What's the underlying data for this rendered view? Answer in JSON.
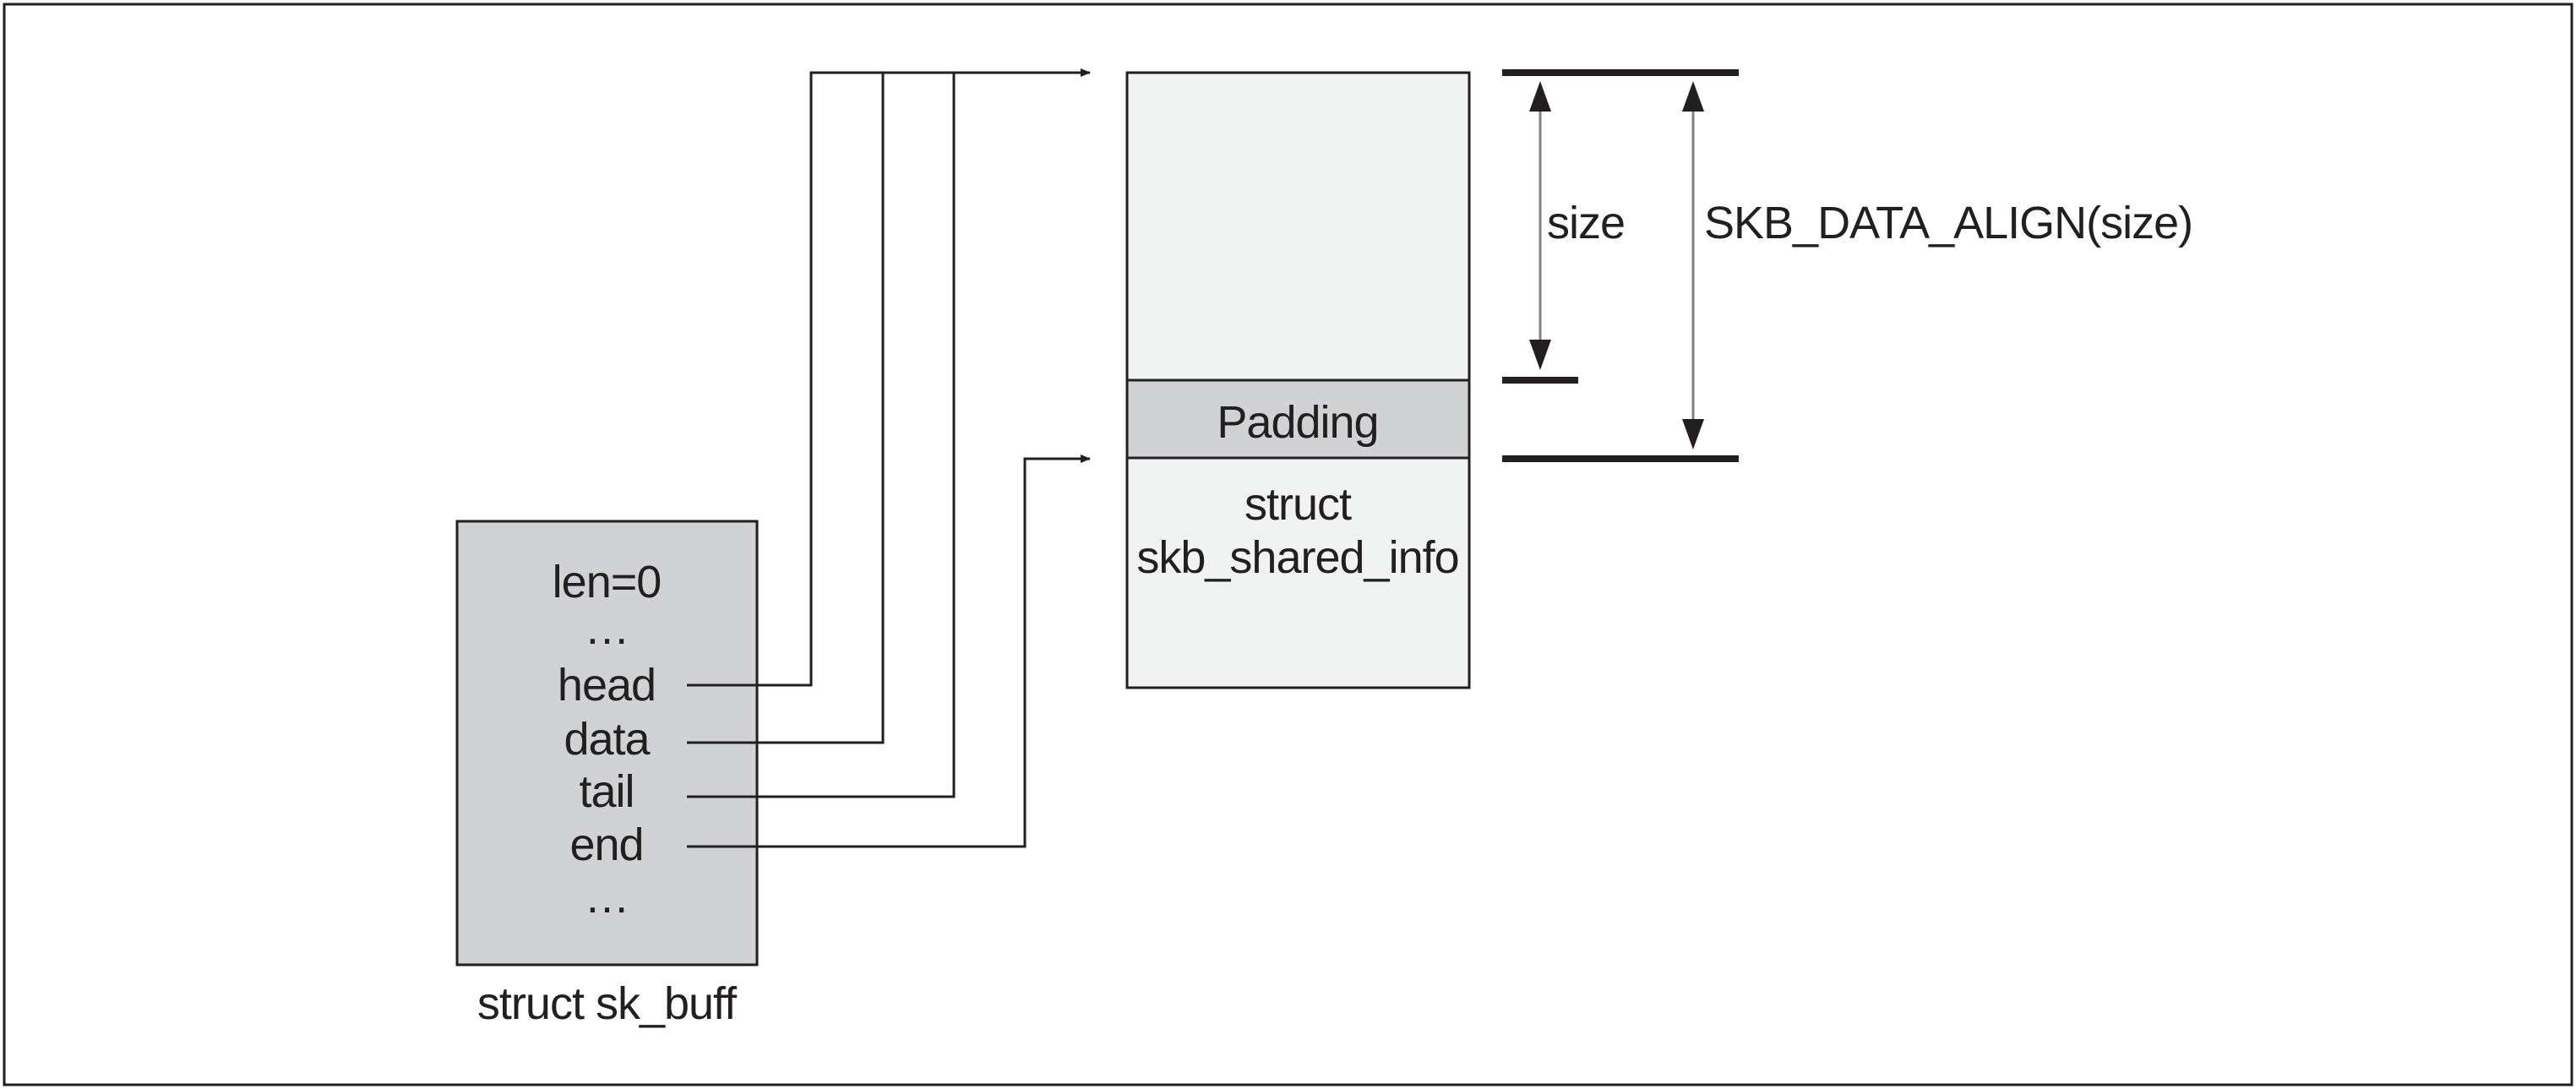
{
  "sk_buff": {
    "fields": {
      "len": "len=0",
      "ellipsis_top": "…",
      "head": "head",
      "data": "data",
      "tail": "tail",
      "end": "end",
      "ellipsis_bottom": "…"
    },
    "caption": "struct sk_buff"
  },
  "buffer": {
    "padding_label": "Padding",
    "shared_info_line1": "struct",
    "shared_info_line2": "skb_shared_info"
  },
  "measurements": {
    "size_label": "size",
    "aligned_label": "SKB_DATA_ALIGN(size)"
  },
  "colors": {
    "outline": "#231f20",
    "sk_buff_fill": "#d1d2d4",
    "buffer_fill": "#f1f2f2",
    "padding_fill": "#d1d2d4",
    "dimension_line": "#808080",
    "background": "#ffffff"
  }
}
